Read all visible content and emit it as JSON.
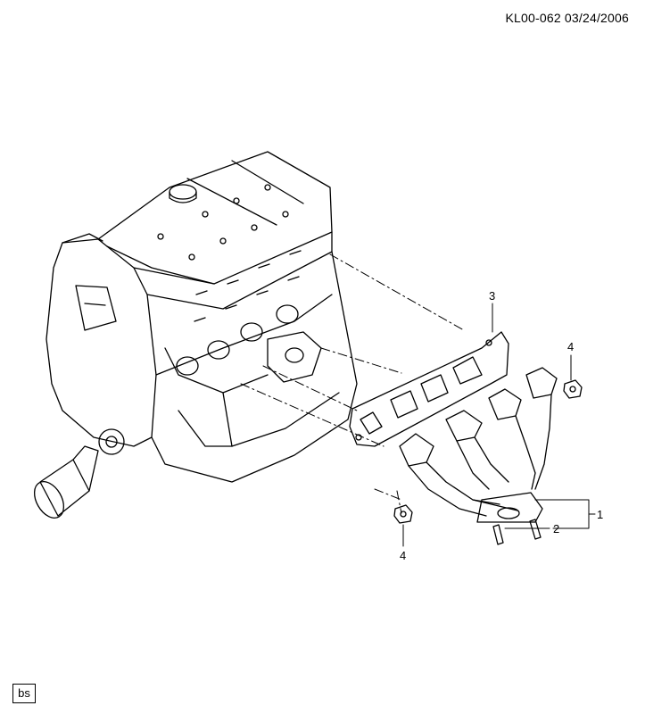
{
  "header": {
    "code": "KL00-062  03/24/2006"
  },
  "callouts": [
    {
      "id": "1",
      "text": "1"
    },
    {
      "id": "2",
      "text": "2"
    },
    {
      "id": "3",
      "text": "3"
    },
    {
      "id": "4a",
      "text": "4"
    },
    {
      "id": "4b",
      "text": "4"
    }
  ],
  "footer": {
    "tag": "bs"
  },
  "colors": {
    "line": "#000000",
    "background": "#ffffff"
  }
}
